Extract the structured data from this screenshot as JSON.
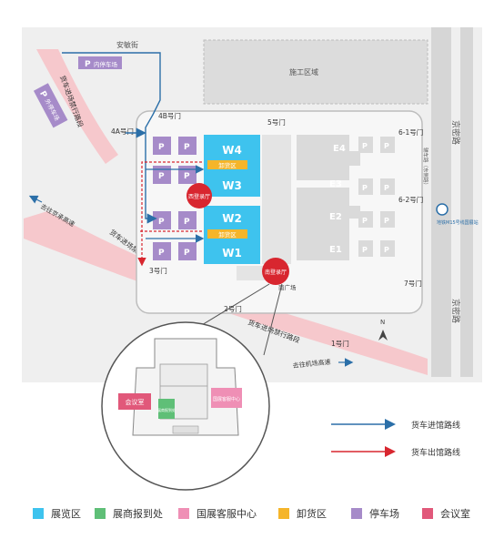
{
  "colors": {
    "hall": "#3ec3ee",
    "checkin": "#5fbf77",
    "service": "#ef8fb5",
    "unload": "#f5b52a",
    "parking": "#a68bc9",
    "meeting": "#e1587a",
    "entry_route": "#2b6fa8",
    "exit_route": "#d8262f",
    "restricted_road": "#f6c8cc",
    "grey_block": "#d9d9d9"
  },
  "roads": {
    "anmin": "安敏街",
    "construction": "施工区域",
    "inner_parking": "内停车场",
    "outer_parking": "外停车场",
    "restricted_a": "货车进场禁行路段",
    "restricted_b": "货车进场禁行路段",
    "restricted_c": "货车进场禁行路段",
    "to_jingcheng": "去往京承高速",
    "to_airport": "去往机场高速",
    "jingmi_top": "京密路",
    "jingmi_bottom": "京密路",
    "service_road": "辅车路（东侧路）",
    "south_square": "南广场",
    "metro": "地铁M15号线国展站"
  },
  "gates": {
    "g4a": "4A号门",
    "g4b": "4B号门",
    "g5": "5号门",
    "g61": "6-1号门",
    "g62": "6-2号门",
    "g3": "3号门",
    "g7": "7号门",
    "g2": "2号门",
    "g1": "1号门"
  },
  "halls": {
    "w4": "W4",
    "w3": "W3",
    "w2": "W2",
    "w1": "W1",
    "e4": "E4",
    "e3": "E3",
    "e2": "E2",
    "e1": "E1",
    "unload_label": "卸货区",
    "parking_label": "P",
    "west_hall": "西登录厅",
    "south_hall": "南登录厅",
    "hub": "会议室"
  },
  "inset": {
    "meeting": "会议室",
    "checkin": "展商报到处",
    "service": "国展客服中心"
  },
  "compass": "N",
  "routes": {
    "entry": "货车进馆路线",
    "exit": "货车出馆路线"
  },
  "legend": [
    {
      "label": "展览区",
      "color": "#3ec3ee"
    },
    {
      "label": "展商报到处",
      "color": "#5fbf77"
    },
    {
      "label": "国展客服中心",
      "color": "#ef8fb5"
    },
    {
      "label": "卸货区",
      "color": "#f5b52a"
    },
    {
      "label": "停车场",
      "color": "#a68bc9"
    },
    {
      "label": "会议室",
      "color": "#e1587a"
    }
  ]
}
